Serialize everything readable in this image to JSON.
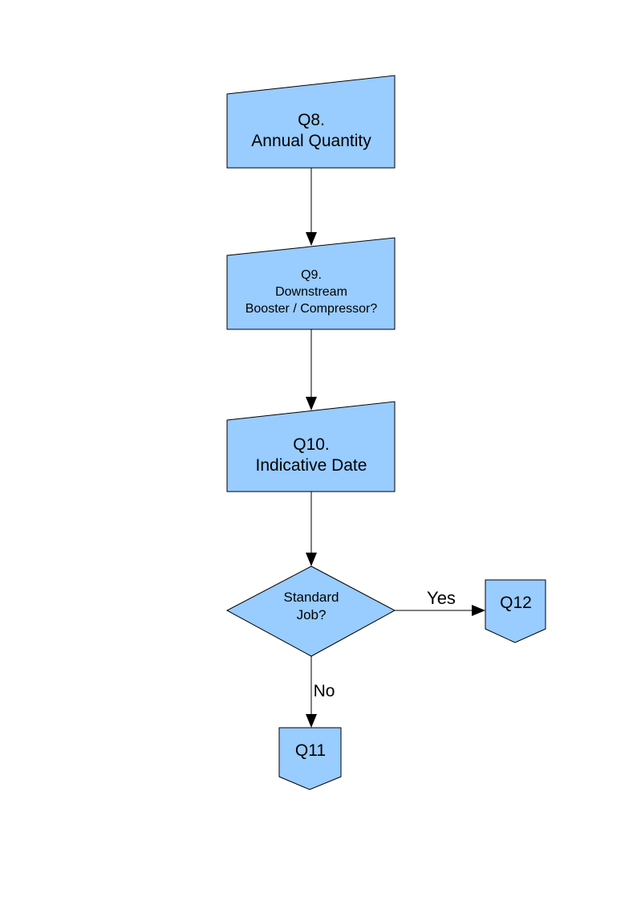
{
  "diagram": {
    "style": {
      "node_fill": "#99CCFF",
      "node_stroke": "#000000",
      "edge_color": "#000000",
      "text_color": "#000000",
      "page_background": "#ffffff"
    },
    "nodes": [
      {
        "id": "q8",
        "type": "manual-input",
        "lines": [
          "Q8.",
          "Annual Quantity"
        ]
      },
      {
        "id": "q9",
        "type": "manual-input",
        "lines": [
          "Q9.",
          "Downstream",
          "Booster / Compressor?"
        ]
      },
      {
        "id": "q10",
        "type": "manual-input",
        "lines": [
          "Q10.",
          "Indicative Date"
        ]
      },
      {
        "id": "standard-job",
        "type": "decision",
        "lines": [
          "Standard",
          "Job?"
        ]
      },
      {
        "id": "q12",
        "type": "off-page-connector",
        "lines": [
          "Q12"
        ]
      },
      {
        "id": "q11",
        "type": "off-page-connector",
        "lines": [
          "Q11"
        ]
      }
    ],
    "edges": [
      {
        "from": "q8",
        "to": "q9",
        "label": ""
      },
      {
        "from": "q9",
        "to": "q10",
        "label": ""
      },
      {
        "from": "q10",
        "to": "standard-job",
        "label": ""
      },
      {
        "from": "standard-job",
        "to": "q12",
        "label": "Yes"
      },
      {
        "from": "standard-job",
        "to": "q11",
        "label": "No"
      }
    ]
  }
}
